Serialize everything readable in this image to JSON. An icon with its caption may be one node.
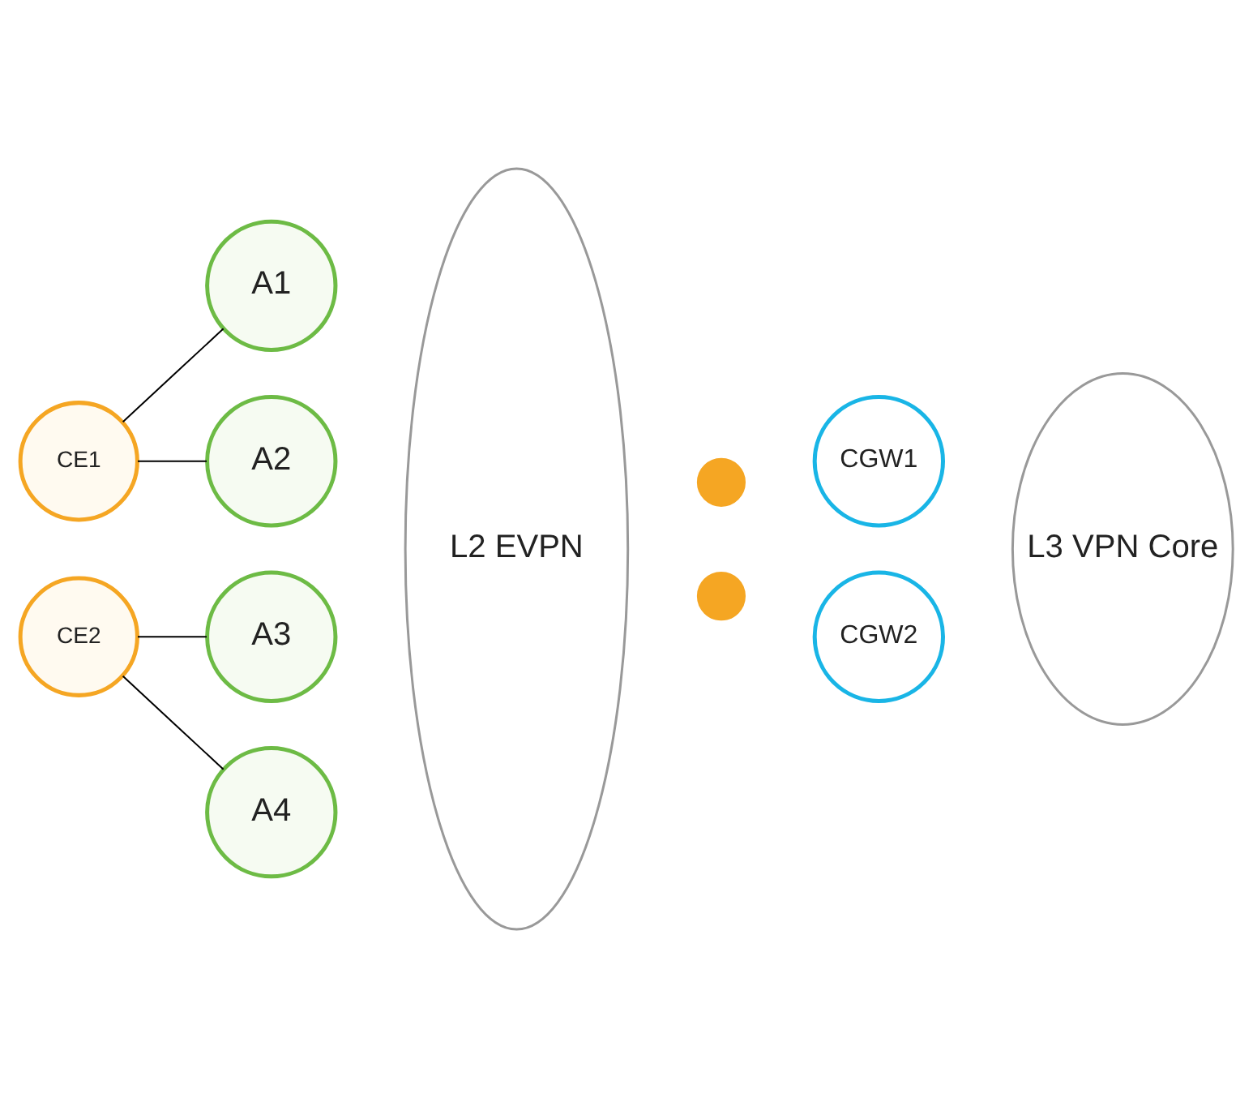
{
  "diagram": {
    "nodes": [
      {
        "text": [
          "CE1"
        ]
      },
      {
        "text": [
          "CE2"
        ]
      },
      {
        "text": [
          "A1"
        ]
      },
      {
        "text": [
          "A2"
        ]
      },
      {
        "text": [
          "A3"
        ]
      },
      {
        "text": [
          "A4"
        ]
      },
      {
        "text": [
          "L2 EVPN"
        ]
      },
      {
        "text": [
          "CGW1"
        ]
      },
      {
        "text": [
          "CGW2"
        ]
      },
      {
        "text": [
          "L3 VPN Core"
        ]
      },
      {
        "text": [],
        "shape": "circle"
      },
      {
        "text": [],
        "shape": "circle"
      }
    ],
    "edges": [
      {
        "from": 0,
        "to": 2,
        "arrow": "none"
      },
      {
        "from": 0,
        "to": 3,
        "arrow": "none"
      },
      {
        "from": 1,
        "to": 4,
        "arrow": "none"
      },
      {
        "from": 1,
        "to": 5,
        "arrow": "none"
      }
    ]
  }
}
